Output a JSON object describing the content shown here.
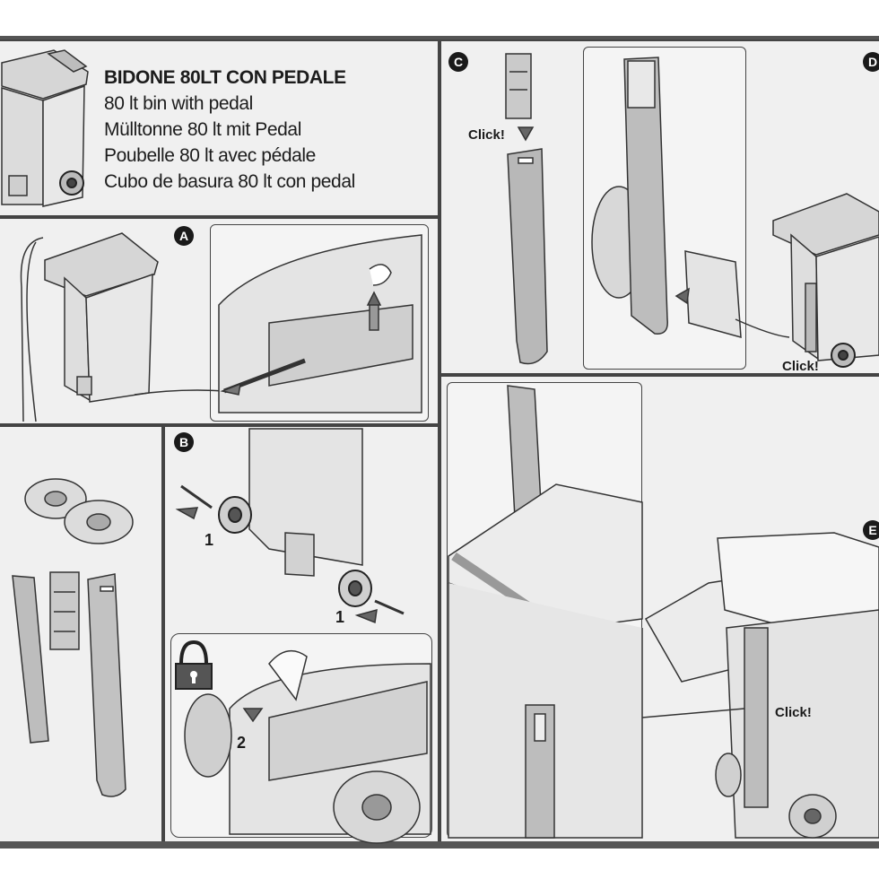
{
  "title": {
    "main": "BIDONE 80LT CON PEDALE",
    "english": "80 lt bin with pedal",
    "german": "Mülltonne 80 lt mit Pedal",
    "french": "Poubelle 80 lt avec pédale",
    "spanish": "Cubo de basura 80 lt con pedal"
  },
  "steps": {
    "a": "A",
    "b": "B",
    "c": "C",
    "d": "D",
    "e": "E"
  },
  "callouts": {
    "click_c": "Click!",
    "click_d": "Click!",
    "click_e": "Click!",
    "num_1_left": "1",
    "num_1_right": "1",
    "num_2": "2"
  },
  "icons": {
    "lock": "padlock-icon",
    "arrow": "arrow-icon",
    "wheel": "wheel-icon"
  },
  "colors": {
    "panel_bg": "#f0f0f0",
    "line": "#444444",
    "part_fill": "#b8b8b8",
    "marker": "#1a1a1a"
  }
}
